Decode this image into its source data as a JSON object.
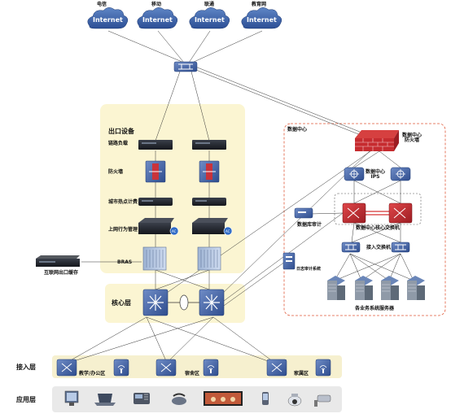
{
  "internet": {
    "clouds": [
      {
        "isp": "电信",
        "label": "Internet"
      },
      {
        "isp": "移动",
        "label": "Internet"
      },
      {
        "isp": "联通",
        "label": "Internet"
      },
      {
        "isp": "教育网",
        "label": "Internet"
      }
    ]
  },
  "egress": {
    "title": "出口设备",
    "load_balancer": "链路负载",
    "firewall": "防火墙",
    "cache": "城市热点计费",
    "behavior": "上网行为管理",
    "bras": "BRAS",
    "internet_cache": "互联网出口缓存"
  },
  "core": {
    "title": "核心层"
  },
  "datacenter": {
    "title": "数据中心",
    "firewall": "数据中心\n防火墙",
    "ips": "数据中心\nIPS",
    "db_audit": "数据库审计",
    "core_switch": "数据中心核心交换机",
    "access_switch": "接入交换机",
    "log_audit": "日志审计系统",
    "servers": "各业务系统服务器"
  },
  "access": {
    "title": "接入层",
    "zones": [
      "教学/办公区",
      "宿舍区",
      "家属区"
    ]
  },
  "application": {
    "title": "应用层"
  },
  "colors": {
    "egress_bg": "#fbf5d2",
    "core_bg": "#fbf5d2",
    "access_bg": "#f6f0cf",
    "app_bg": "#e9e9e9",
    "dc_border": "#e05a3a"
  }
}
